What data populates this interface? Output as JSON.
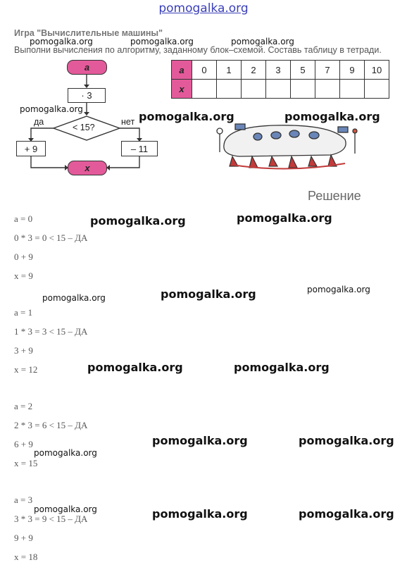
{
  "watermark": "pomogalka.org",
  "header": {
    "title": "Игра \"Вычислительные машины\"",
    "instruction": "Выполни вычисления по алгоритму, заданному блок–схемой. Составь таблицу в тетради."
  },
  "flowchart": {
    "start": "a",
    "multiply": "· 3",
    "condition": "< 15?",
    "yes_label": "да",
    "no_label": "нет",
    "yes_op": "+ 9",
    "no_op": "– 11",
    "end": "x"
  },
  "table": {
    "row_a_header": "a",
    "row_x_header": "x",
    "a_values": [
      "0",
      "1",
      "2",
      "3",
      "5",
      "7",
      "9",
      "10"
    ]
  },
  "solution": {
    "title": "Решение",
    "steps": [
      {
        "a": "a = 0",
        "calc": "0 * 3 = 0 < 15 – ДА",
        "op": "0 + 9",
        "x": "x = 9"
      },
      {
        "a": "a = 1",
        "calc": "1 * 3 = 3 < 15 – ДА",
        "op": "3 + 9",
        "x": "x = 12"
      },
      {
        "a": "a = 2",
        "calc": "2 * 3 = 6 < 15 – ДА",
        "op": "6 + 9",
        "x": "x = 15"
      },
      {
        "a": "a = 3",
        "calc": "3 * 3 = 9 < 15 – ДА",
        "op": "9 + 9",
        "x": "x = 18"
      }
    ]
  }
}
